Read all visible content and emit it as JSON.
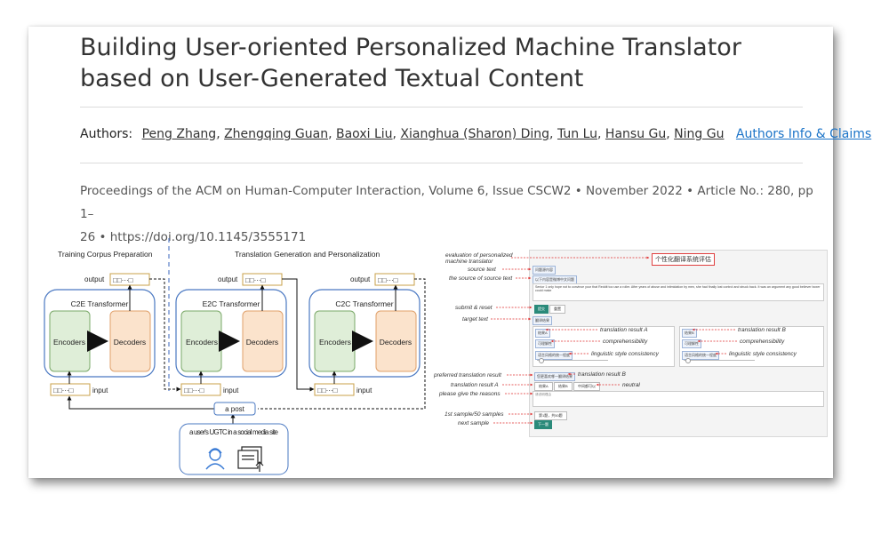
{
  "paper": {
    "title": "Building User-oriented Personalized Machine Translator based on User-Generated Textual Content",
    "authors_label": "Authors:",
    "authors": [
      "Peng Zhang",
      "Zhengqing Guan",
      "Baoxi Liu",
      "Xianghua (Sharon) Ding",
      "Tun Lu",
      "Hansu Gu",
      "Ning Gu"
    ],
    "authors_info_link": "Authors Info & Claims",
    "venue_line1": "Proceedings of the ACM on Human-Computer Interaction, Volume 6, Issue CSCW2 • November 2022 • Article No.: 280, pp 1–",
    "venue_line2": "26 • https://doi.org/10.1145/3555171"
  },
  "diagram": {
    "section_left": "Training Corpus Preparation",
    "section_right": "Translation Generation and Personalization",
    "transformers": [
      "C2E Transformer",
      "E2C Transformer",
      "C2C Transformer"
    ],
    "encoders": "Encoders",
    "decoders": "Decoders",
    "output": "output",
    "input": "input",
    "post": "a post",
    "ugtc": "a user's UGTC in a social media site",
    "token_glyph": "□□···□"
  },
  "form": {
    "title": "个性化翻译系统评估",
    "source_label": "问题源内容",
    "source_of_source": "以下内容是微博中文问题",
    "source_body": "Senior 1 only hope not to convince your that Reddit too use a roller. After years of abuse and intimidation by men, she had finally lost control and struck back. It was an argument any good believer boxer could make",
    "submit": "提交",
    "reset": "重置",
    "target_label": "翻译结果",
    "result_a": "结果A",
    "result_b": "结果B",
    "comprehensibility": "可理解性",
    "style": "语言风格的统一程度",
    "preferred": "您更喜欢哪一翻译结果",
    "opt_a": "结果A",
    "opt_b": "结果B",
    "opt_neutral": "中间都可以",
    "reasons": "请说明理由",
    "sample": "第1题，共50题",
    "next": "下一题",
    "annotations": {
      "evaluation": "evaluation of personalized machine translator",
      "source_text": "source text",
      "source_of_source": "the source of source text",
      "submit_reset": "submit & reset",
      "target_text": "target text",
      "translation_result_a": "translation result A",
      "translation_result_b": "translation result B",
      "comprehensibility": "comprehensibility",
      "linguistic_style": "linguistic style consistency",
      "preferred": "preferred translation result",
      "neutral": "neutral",
      "reasons": "please give the reasons",
      "sample": "1st sample/50 samples",
      "next": "next sample"
    }
  }
}
